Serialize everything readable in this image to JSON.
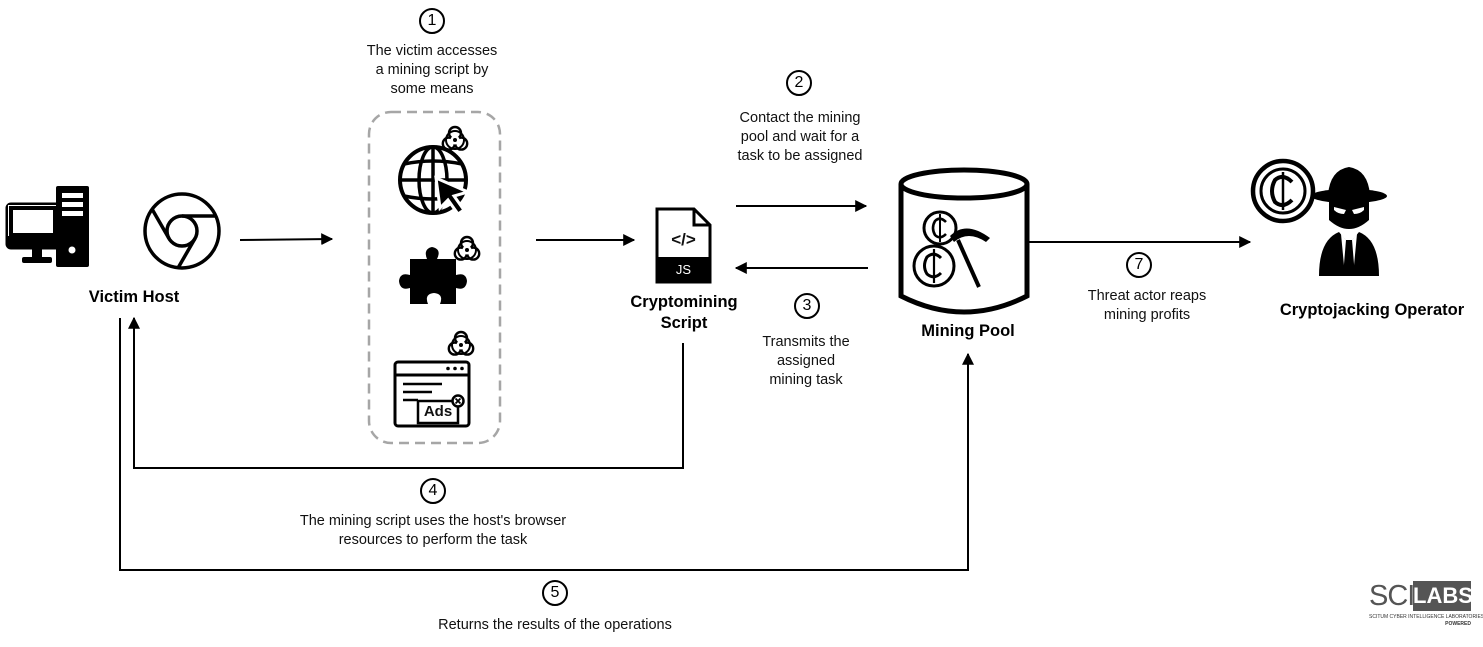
{
  "nodes": {
    "victim_host": {
      "label": "Victim Host"
    },
    "cryptomining_script": {
      "label_line1": "Cryptomining",
      "label_line2": "Script",
      "badge": "JS",
      "code_glyph": "</>"
    },
    "mining_pool": {
      "label": "Mining Pool"
    },
    "operator": {
      "label": "Cryptojacking Operator"
    }
  },
  "steps": [
    {
      "num": "1",
      "lines": [
        "The victim accesses",
        "a mining script by",
        "some means"
      ]
    },
    {
      "num": "2",
      "lines": [
        "Contact the mining",
        "pool and wait for a",
        "task to be assigned"
      ]
    },
    {
      "num": "3",
      "lines": [
        "Transmits the",
        "assigned",
        "mining task"
      ]
    },
    {
      "num": "4",
      "lines": [
        "The mining script uses the host's browser",
        "resources to perform the task"
      ]
    },
    {
      "num": "5",
      "lines": [
        "Returns the results of the operations"
      ]
    },
    {
      "num": "7",
      "lines": [
        "Threat actor reaps",
        "mining profits"
      ]
    }
  ],
  "vectors": {
    "ads_label": "Ads"
  },
  "watermark": {
    "left": "SCI",
    "right": "LABS",
    "subtitle": "SCITUM CYBER INTELLIGENCE LABORATORIES",
    "powered": "POWERED"
  },
  "icons": [
    "desktop-computer-icon",
    "chrome-browser-icon",
    "malicious-website-icon",
    "malicious-extension-icon",
    "malicious-ads-icon",
    "biohazard-icon",
    "js-file-icon",
    "mining-pool-database-icon",
    "crypto-coin-icon",
    "hacker-icon",
    "pickaxe-icon"
  ],
  "colors": {
    "ink": "#000000",
    "dashed_border": "#a6a6a6",
    "background": "#ffffff"
  }
}
